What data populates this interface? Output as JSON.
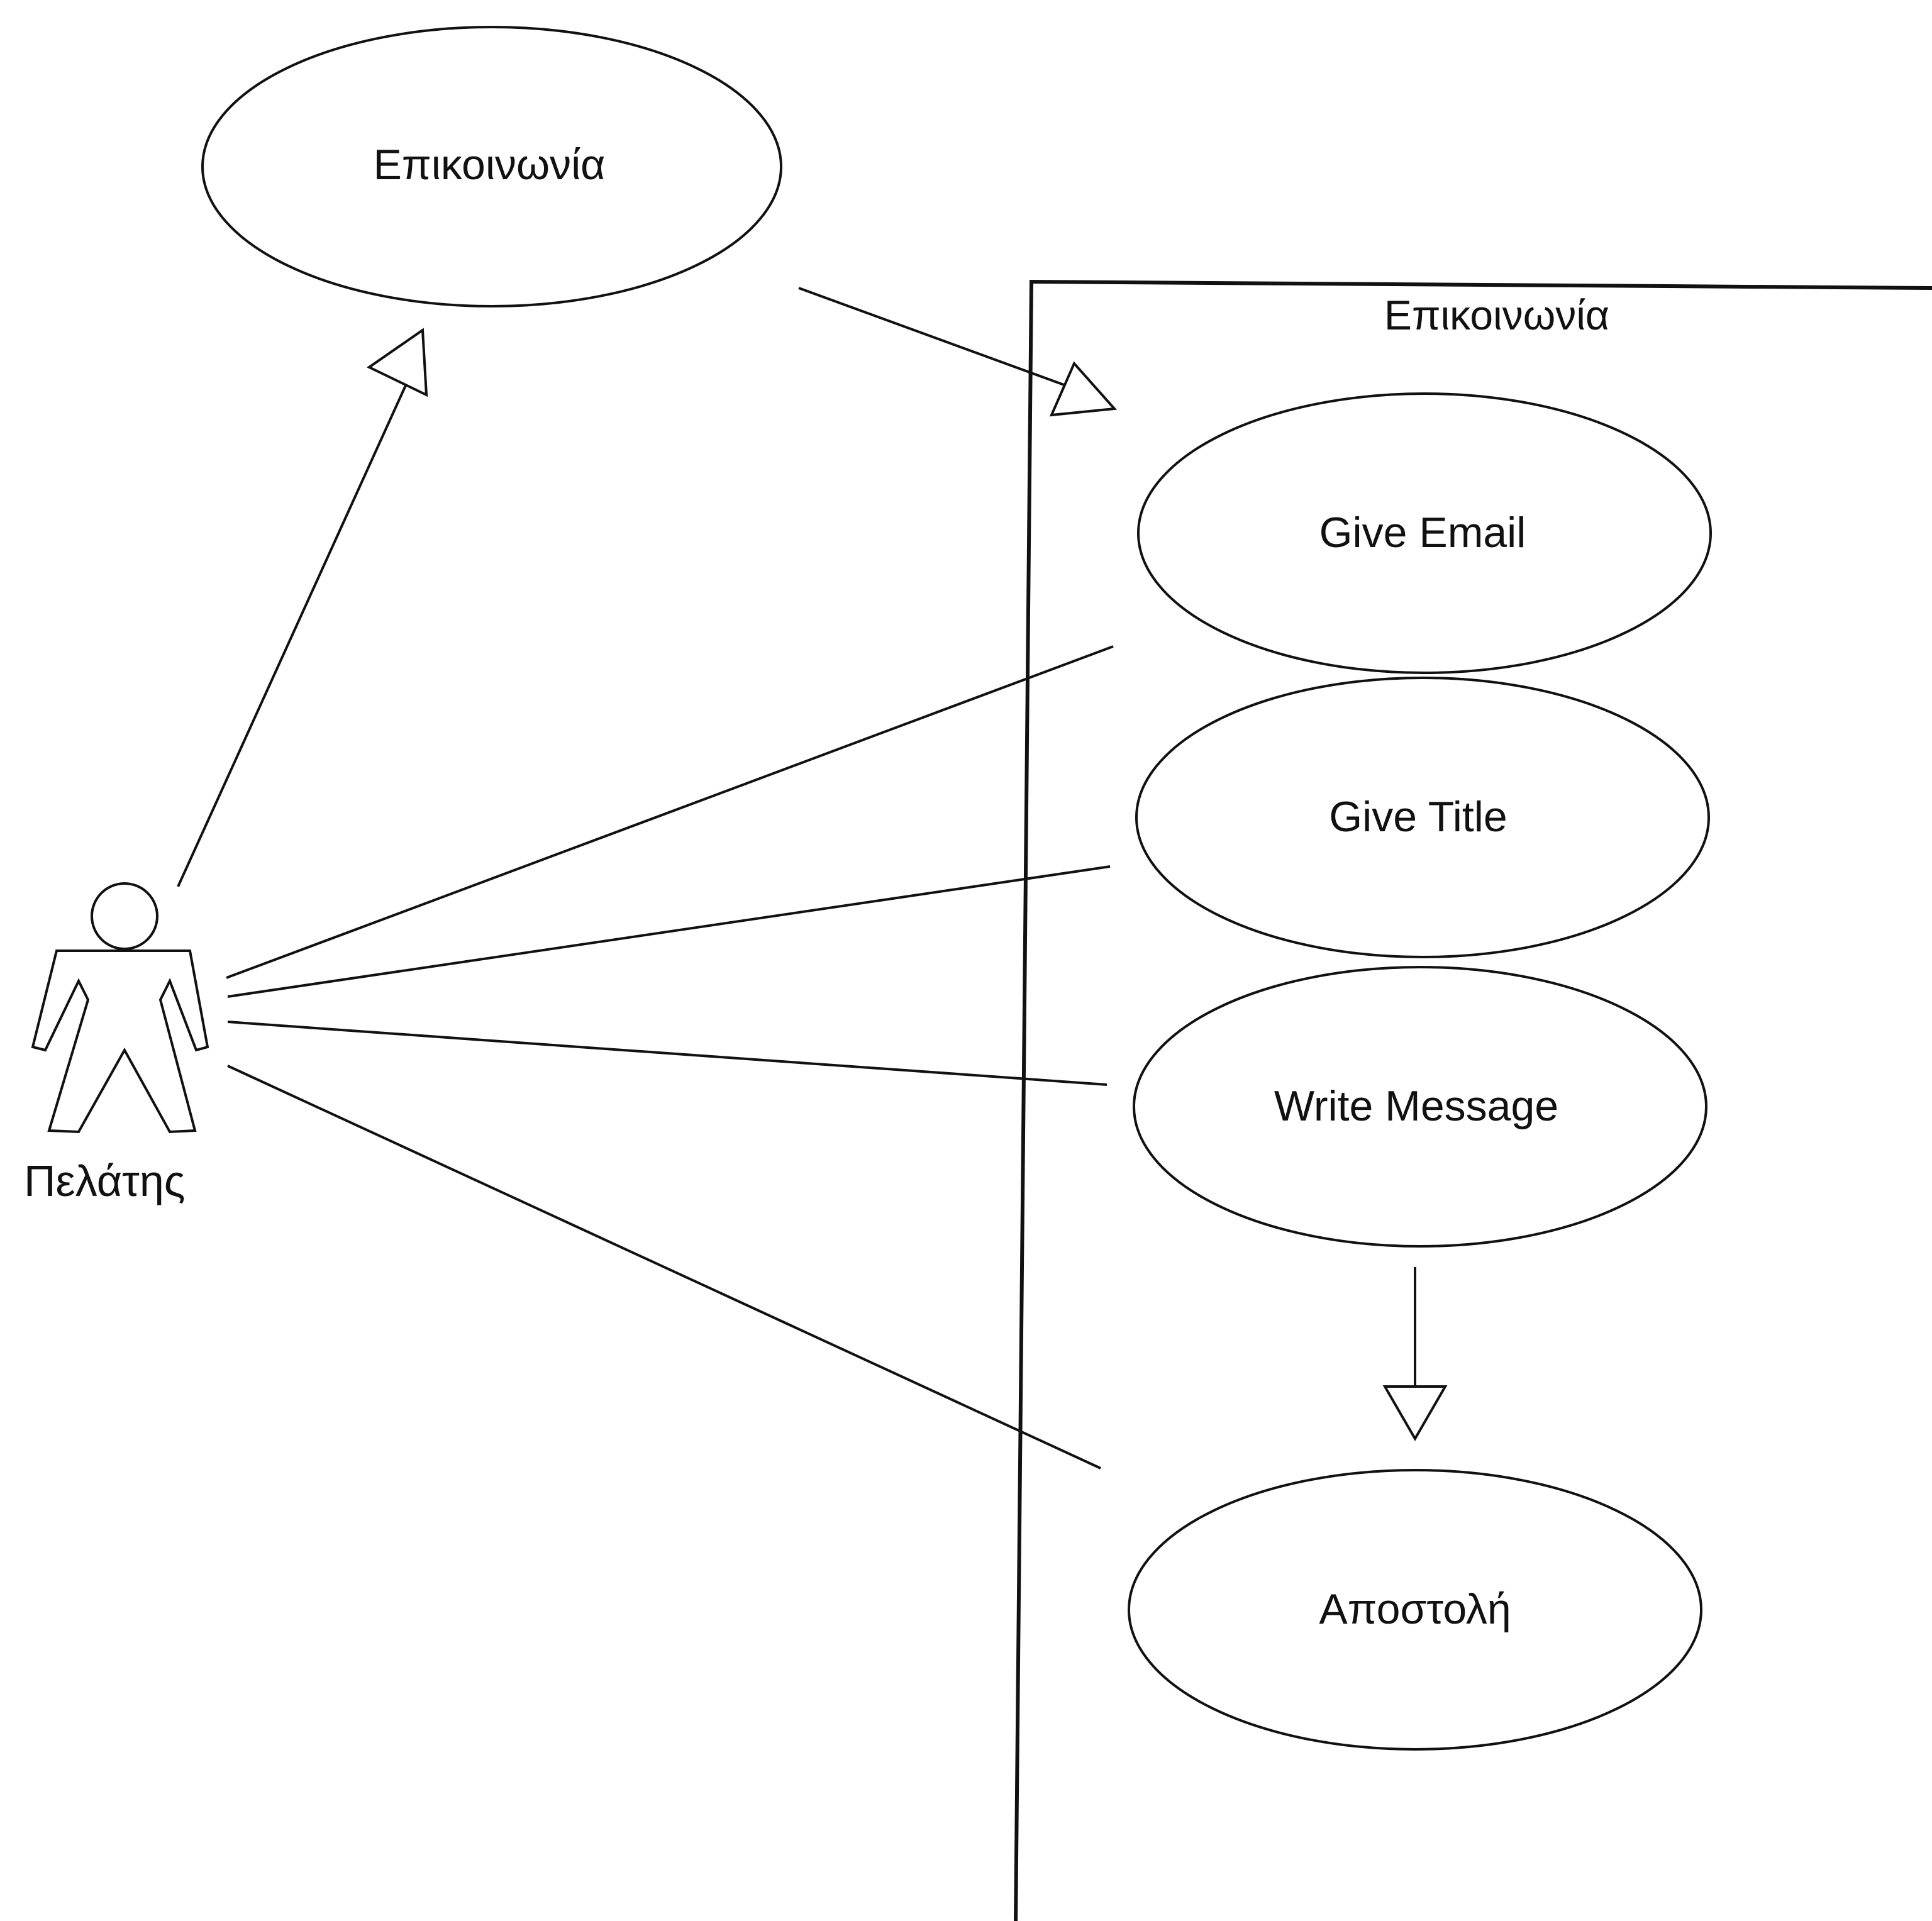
{
  "diagram": {
    "type": "uml-use-case",
    "actor": {
      "name": "Πελάτης"
    },
    "parent_use_case": {
      "label": "Επικοινωνία"
    },
    "system_boundary": {
      "label": "Επικοινωνία"
    },
    "use_cases": [
      {
        "id": "give-email",
        "label": "Give Email"
      },
      {
        "id": "give-title",
        "label": "Give Title"
      },
      {
        "id": "write-message",
        "label": "Write Message"
      },
      {
        "id": "send",
        "label": "Αποστολή"
      }
    ],
    "relationships": [
      {
        "from": "actor",
        "to": "parent_use_case",
        "kind": "generalization"
      },
      {
        "from": "parent_use_case",
        "to": "system_boundary",
        "kind": "generalization"
      },
      {
        "from": "actor",
        "to": "give-email",
        "kind": "association"
      },
      {
        "from": "actor",
        "to": "give-title",
        "kind": "association"
      },
      {
        "from": "actor",
        "to": "write-message",
        "kind": "association"
      },
      {
        "from": "actor",
        "to": "send",
        "kind": "association"
      },
      {
        "from": "write-message",
        "to": "send",
        "kind": "generalization"
      }
    ]
  }
}
